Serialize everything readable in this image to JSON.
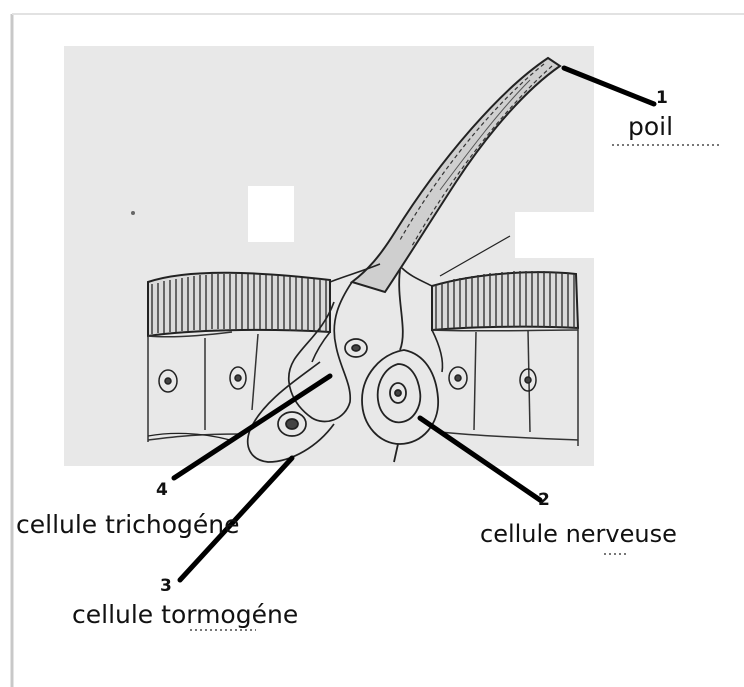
{
  "labels": {
    "l1": {
      "number": "1",
      "text": "poil"
    },
    "l2": {
      "number": "2",
      "text": "cellule  nerveuse"
    },
    "l3": {
      "number": "3",
      "text": "cellule tormogéne"
    },
    "l4": {
      "number": "4",
      "text": "cellule trichogéne"
    }
  },
  "colors": {
    "panel": "#e8e8e8",
    "ink": "#111111"
  }
}
